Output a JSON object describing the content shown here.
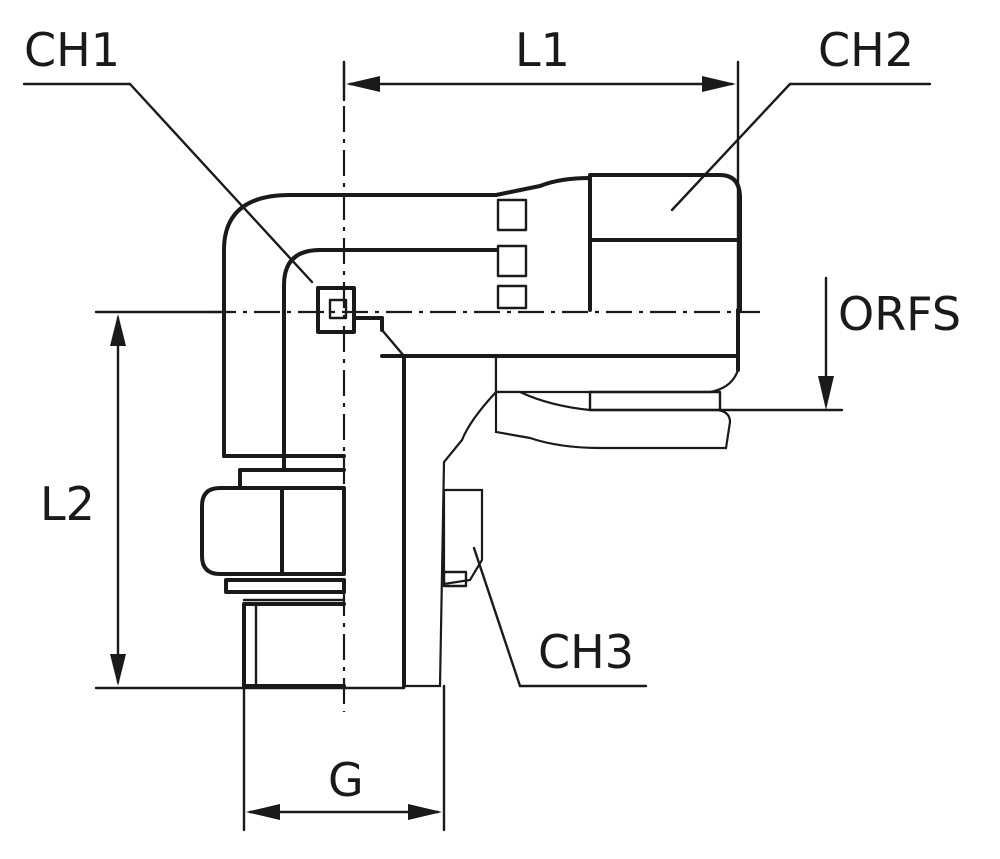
{
  "labels": {
    "ch1": "CH1",
    "ch2": "CH2",
    "ch3": "CH3",
    "l1": "L1",
    "l2": "L2",
    "g": "G",
    "orfs": "ORFS"
  },
  "colors": {
    "line": "#1a1a1a",
    "background": "#ffffff"
  }
}
